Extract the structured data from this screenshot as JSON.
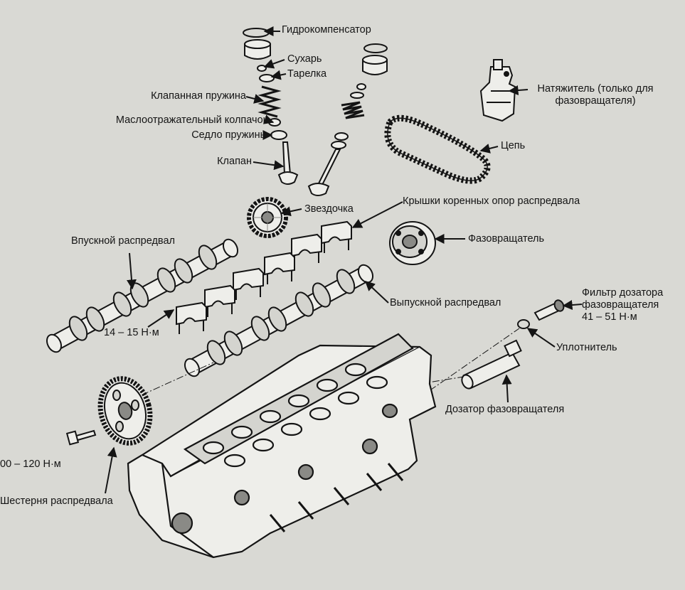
{
  "palette": {
    "paper": "#d9d9d4",
    "ink": "#141414",
    "part_fill": "#eeeeea",
    "part_shade": "#8a8a86"
  },
  "labels": {
    "lifter": "Гидрокомпенсатор",
    "keeper": "Сухарь",
    "retainer": "Тарелка",
    "valve_spring": "Клапанная пружина",
    "oil_seal": "Маслоотражательный колпачок",
    "spring_seat": "Седло пружины",
    "valve": "Клапан",
    "tensioner": "Натяжитель (только для\nфазовращателя)",
    "chain": "Цепь",
    "sprocket": "Звездочка",
    "bearing_caps": "Крышки коренных опор распредвала",
    "phaser": "Фазовращатель",
    "intake_camshaft": "Впускной распредвал",
    "exhaust_camshaft": "Выпускной распредвал",
    "cap_torque": "14 – 15 Н·м",
    "filter": "Фильтр дозатора\nфазовращателя\n41 – 51 Н·м",
    "seal": "Уплотнитель",
    "oil_control_valve": "Дозатор фазовращателя",
    "gear_bolt_torque": "00 – 120 Н·м",
    "cam_gear": "Шестерня распредвала"
  }
}
